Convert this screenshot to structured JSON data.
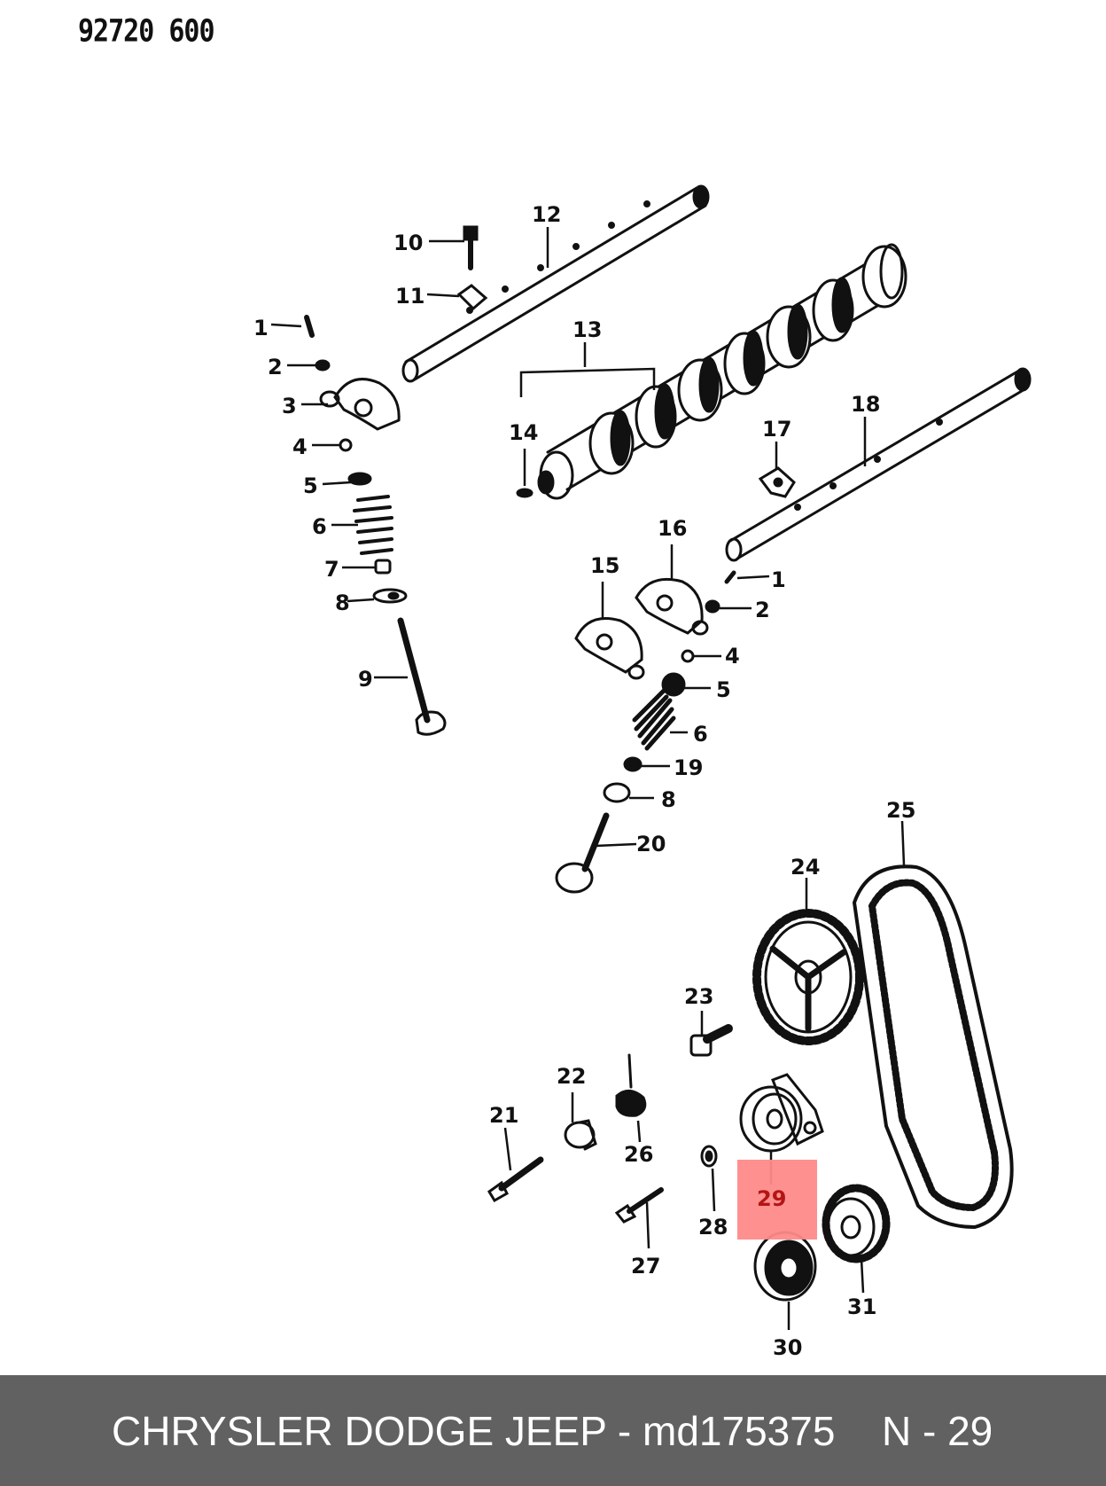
{
  "header": {
    "ref_number": "92720 600"
  },
  "callouts": [
    {
      "id": "c1a",
      "label": "1"
    },
    {
      "id": "c2a",
      "label": "2"
    },
    {
      "id": "c3",
      "label": "3"
    },
    {
      "id": "c4a",
      "label": "4"
    },
    {
      "id": "c5a",
      "label": "5"
    },
    {
      "id": "c6a",
      "label": "6"
    },
    {
      "id": "c7",
      "label": "7"
    },
    {
      "id": "c8a",
      "label": "8"
    },
    {
      "id": "c9",
      "label": "9"
    },
    {
      "id": "c10",
      "label": "10"
    },
    {
      "id": "c11",
      "label": "11"
    },
    {
      "id": "c12",
      "label": "12"
    },
    {
      "id": "c13",
      "label": "13"
    },
    {
      "id": "c14",
      "label": "14"
    },
    {
      "id": "c15",
      "label": "15"
    },
    {
      "id": "c16",
      "label": "16"
    },
    {
      "id": "c17",
      "label": "17"
    },
    {
      "id": "c18",
      "label": "18"
    },
    {
      "id": "c1b",
      "label": "1"
    },
    {
      "id": "c2b",
      "label": "2"
    },
    {
      "id": "c4b",
      "label": "4"
    },
    {
      "id": "c5b",
      "label": "5"
    },
    {
      "id": "c6b",
      "label": "6"
    },
    {
      "id": "c19",
      "label": "19"
    },
    {
      "id": "c8b",
      "label": "8"
    },
    {
      "id": "c20",
      "label": "20"
    },
    {
      "id": "c25",
      "label": "25"
    },
    {
      "id": "c24",
      "label": "24"
    },
    {
      "id": "c23",
      "label": "23"
    },
    {
      "id": "c22",
      "label": "22"
    },
    {
      "id": "c21",
      "label": "21"
    },
    {
      "id": "c26",
      "label": "26"
    },
    {
      "id": "c28",
      "label": "28"
    },
    {
      "id": "c29",
      "label": "29"
    },
    {
      "id": "c27",
      "label": "27"
    },
    {
      "id": "c30",
      "label": "30"
    },
    {
      "id": "c31",
      "label": "31"
    }
  ],
  "highlight": {
    "label": "29",
    "color": "#ff8a8a"
  },
  "footer": {
    "title": "CHRYSLER DODGE JEEP - md175375",
    "page": "N - 29"
  }
}
